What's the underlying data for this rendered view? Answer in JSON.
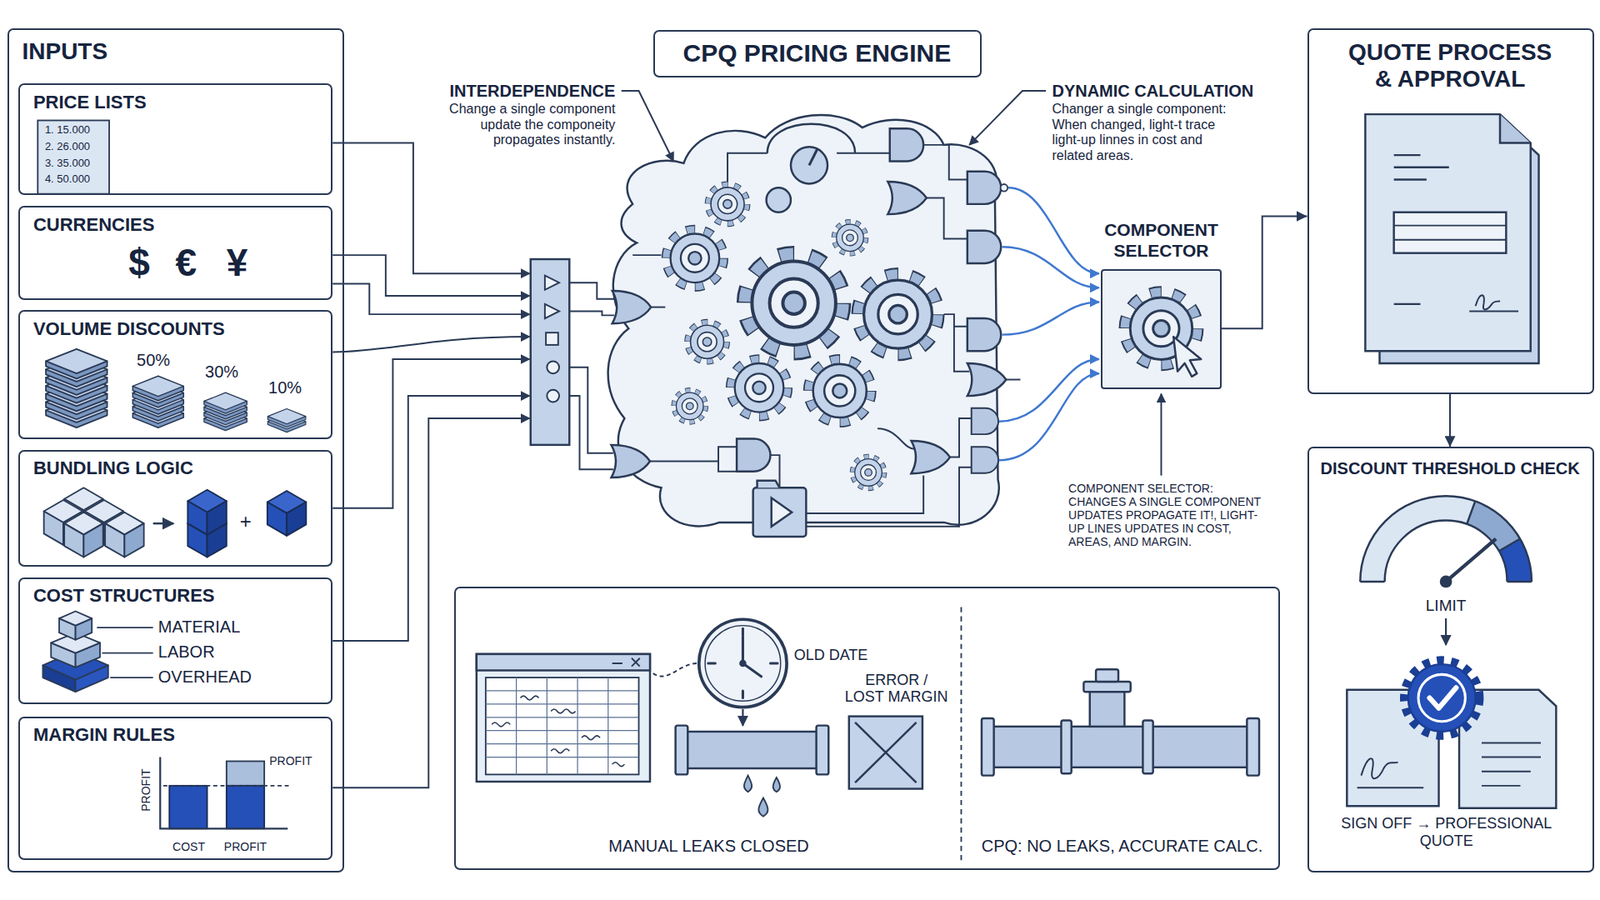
{
  "diagram": {
    "nodes": [
      {
        "text": [
          "INPUTS"
        ]
      },
      {
        "text": [
          "PRICE LISTS"
        ],
        "in": 0
      },
      {
        "text": [
          "CURRENCIES"
        ],
        "in": 0
      },
      {
        "text": [
          "VOLUME DISCOUNTS"
        ],
        "in": 0
      },
      {
        "text": [
          "BUNDLING LOGIC"
        ],
        "in": 0
      },
      {
        "text": [
          "COST STRUCTURES"
        ],
        "in": 0
      },
      {
        "text": [
          "MARGIN RULES"
        ],
        "in": 0
      },
      {
        "text": [
          "CPQ PRICING ENGINE"
        ]
      },
      {
        "text": [
          "COMPONENT SELECTOR"
        ]
      },
      {
        "text": [
          "QUOTE PROCESS & APPROVAL"
        ]
      },
      {
        "text": [
          "DISCOUNT THRESHOLD CHECK"
        ]
      },
      {
        "text": [
          "MANUAL LEAKS CLOSED",
          "CPQ: NO LEAKS, ACCURATE CALC."
        ]
      }
    ],
    "edges": [
      {
        "from": 8,
        "to": 9,
        "arrow": "to"
      },
      {
        "from": 9,
        "to": 10,
        "arrow": "to"
      }
    ],
    "labels": [
      "INTERDEPENDENCE",
      "Change a single component update the componeity propagates instantly.",
      "DYNAMIC CALCULATION",
      "Changer a single component: When changed, light-t trace light-up linnes in cost and related areas.",
      "1. 15.000",
      "2. 26.000",
      "3. 35.000",
      "4. 50.000",
      "$",
      "€",
      "¥",
      "50%",
      "30%",
      "10%",
      "+",
      "MATERIAL",
      "LABOR",
      "OVERHEAD",
      "PROFIT",
      "PROFIT",
      "COST",
      "PROFIT",
      "COMPONENT SELECTOR: CHANGES A SINGLE COMPONENT UPDATES PROPAGATE IT!, LIGHT-UP LINES UPDATES IN COST, AREAS, AND MARGIN.",
      "OLD DATE",
      "ERROR / LOST MARGIN",
      "LIMIT",
      "SIGN OFF → PROFESSIONAL QUOTE"
    ]
  }
}
